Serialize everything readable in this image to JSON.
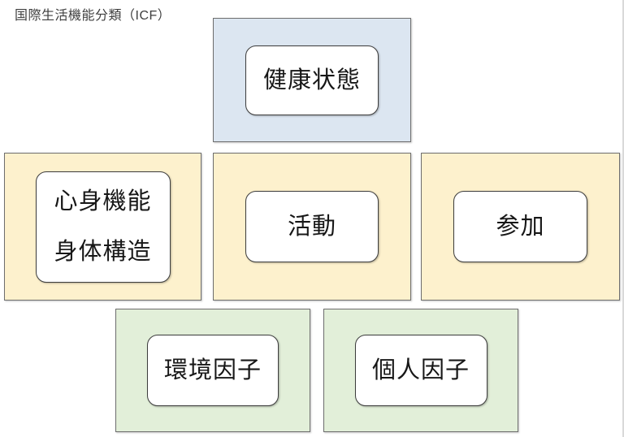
{
  "page": {
    "title": "国際生活機能分類（ICF）"
  },
  "diagram": {
    "boxes": {
      "health": {
        "label": "健康状態",
        "fill": "#dce6f1"
      },
      "body_function": {
        "lines": [
          "心身機能",
          "身体構造"
        ],
        "fill": "#fdf1cd"
      },
      "activity": {
        "label": "活動",
        "fill": "#fdf1cd"
      },
      "participation": {
        "label": "参加",
        "fill": "#fdf1cd"
      },
      "environment": {
        "label": "環境因子",
        "fill": "#e2efd9"
      },
      "personal": {
        "label": "個人因子",
        "fill": "#e2efd9"
      }
    },
    "colors": {
      "health_fill": "#dce6f1",
      "middle_row_fill": "#fdf1cd",
      "bottom_row_fill": "#e2efd9",
      "outer_border": "#6e6e6e",
      "inner_border": "#3d3d3d",
      "text": "#171717",
      "title_text": "#3f3f3f",
      "page_edge": "#d9d9d9"
    }
  }
}
